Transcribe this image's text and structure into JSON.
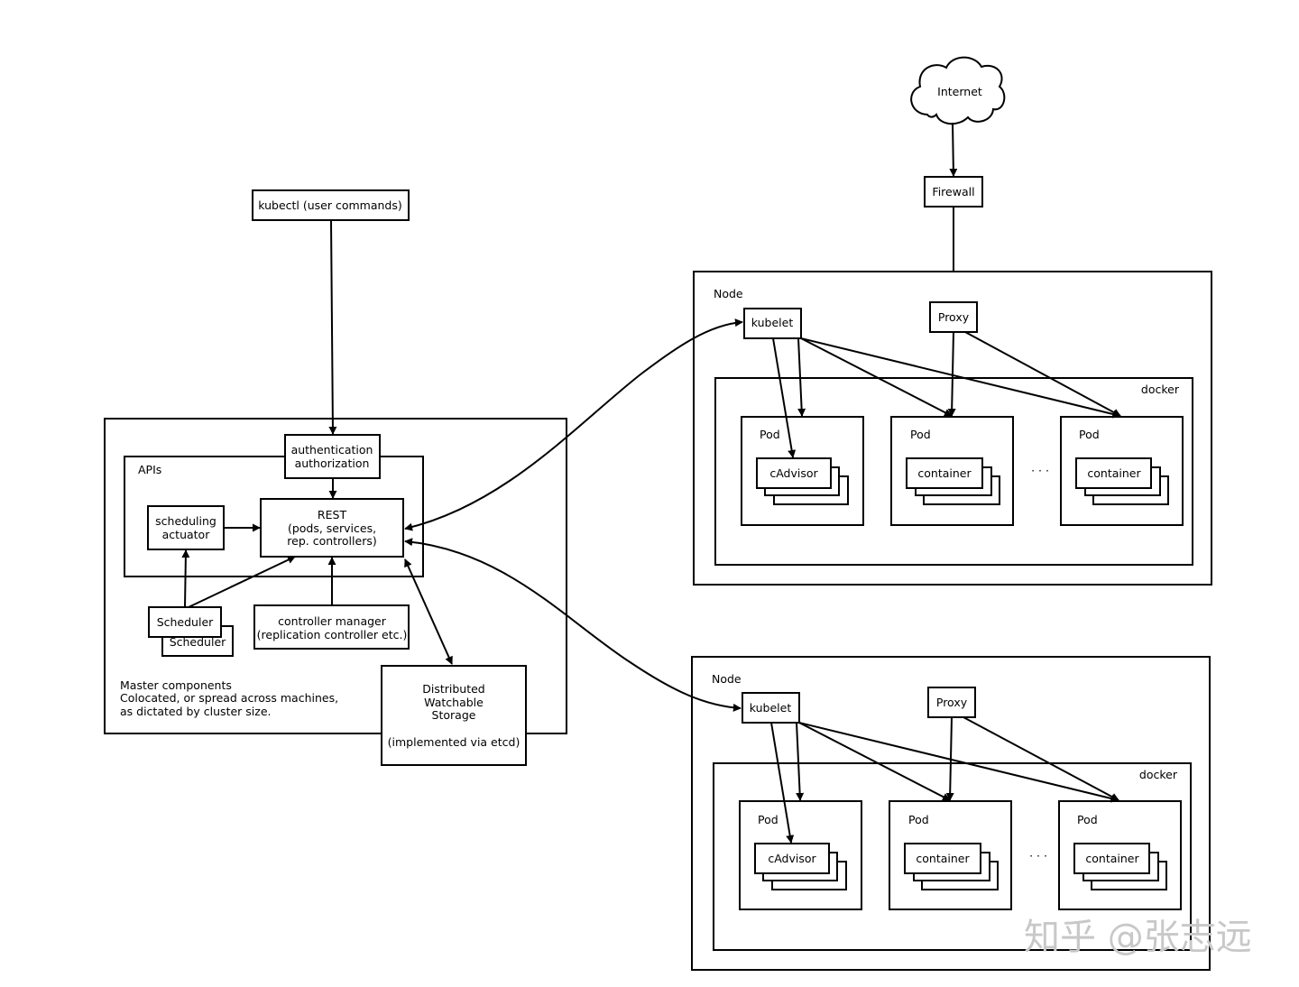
{
  "master": {
    "kubectl": "kubectl (user commands)",
    "auth": [
      "authentication",
      "authorization"
    ],
    "apis_label": "APIs",
    "rest": [
      "REST",
      "(pods, services,",
      "rep. controllers)"
    ],
    "scheduling_actuator": [
      "scheduling",
      "actuator"
    ],
    "scheduler": "Scheduler",
    "scheduler_back": "Scheduler",
    "controller_manager": [
      "controller manager",
      "(replication controller etc.)"
    ],
    "caption": [
      "Master components",
      "Colocated, or spread across machines,",
      "as dictated by cluster size."
    ],
    "storage": [
      "Distributed",
      "Watchable",
      "Storage",
      "",
      "(implemented via etcd)"
    ]
  },
  "internet": "Internet",
  "firewall": "Firewall",
  "nodes": [
    {
      "label": "Node",
      "kubelet": "kubelet",
      "proxy": "Proxy",
      "docker": "docker",
      "pods": [
        {
          "label": "Pod",
          "inner": "cAdvisor"
        },
        {
          "label": "Pod",
          "inner": "container"
        },
        {
          "label": "Pod",
          "inner": "container"
        }
      ],
      "ellipsis": "· · ·"
    },
    {
      "label": "Node",
      "kubelet": "kubelet",
      "proxy": "Proxy",
      "docker": "docker",
      "pods": [
        {
          "label": "Pod",
          "inner": "cAdvisor"
        },
        {
          "label": "Pod",
          "inner": "container"
        },
        {
          "label": "Pod",
          "inner": "container"
        }
      ],
      "ellipsis": "· · ·"
    }
  ],
  "watermark": "知乎 @张志远"
}
